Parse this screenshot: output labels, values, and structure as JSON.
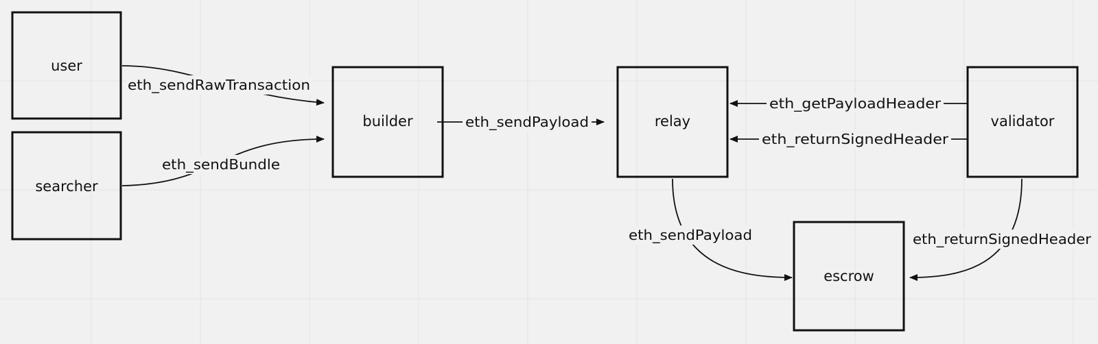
{
  "colors": {
    "canvas": "#f1f1f1",
    "grid": "#e2e2e2",
    "stroke": "#111111",
    "text": "#111111"
  },
  "nodes": {
    "user": "user",
    "searcher": "searcher",
    "builder": "builder",
    "relay": "relay",
    "validator": "validator",
    "escrow": "escrow"
  },
  "edges": {
    "user_to_builder": "eth_sendRawTransaction",
    "searcher_to_builder": "eth_sendBundle",
    "builder_to_relay": "eth_sendPayload",
    "validator_to_relay_get": "eth_getPayloadHeader",
    "validator_to_relay_return": "eth_returnSignedHeader",
    "relay_to_escrow": "eth_sendPayload",
    "validator_to_escrow": "eth_returnSignedHeader"
  }
}
